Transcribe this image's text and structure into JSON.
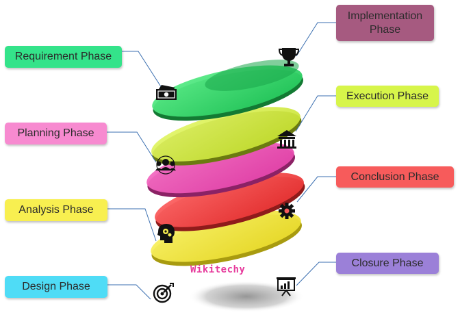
{
  "phases": {
    "requirement": {
      "label": "Requirement Phase",
      "color": "#34e38a"
    },
    "planning": {
      "label": "Planning Phase",
      "color": "#f78ad0"
    },
    "analysis": {
      "label": "Analysis Phase",
      "color": "#f8ef50"
    },
    "design": {
      "label": "Design Phase",
      "color": "#4fdcf6"
    },
    "implementation": {
      "label": "Implementation Phase",
      "color": "#a65a80"
    },
    "execution": {
      "label": "Execution Phase",
      "color": "#d7f54a"
    },
    "conclusion": {
      "label": "Conclusion Phase",
      "color": "#f75b5b"
    },
    "closure": {
      "label": "Closure Phase",
      "color": "#9b80d8"
    }
  },
  "icons": [
    "money-icon",
    "trophy-icon",
    "bank-icon",
    "team-icon",
    "gear-icon",
    "head-gears-icon",
    "target-icon",
    "presentation-icon"
  ],
  "watermark": "Wikitechy"
}
